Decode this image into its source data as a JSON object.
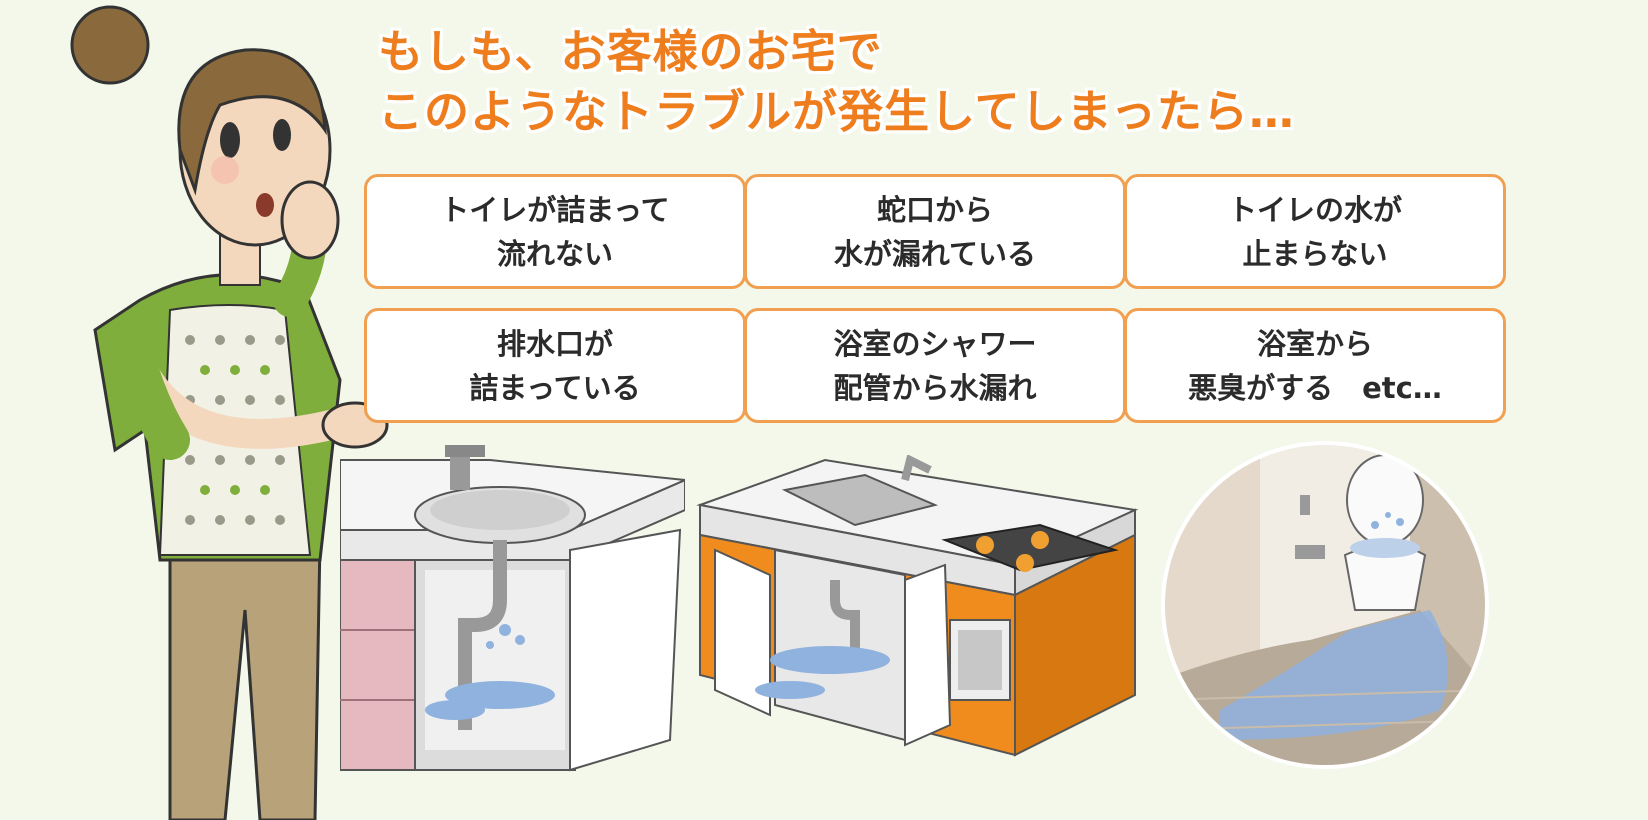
{
  "headline": {
    "line1": "もしも、お客様のお宅で",
    "line2": "このようなトラブルが発生してしまったら…"
  },
  "troubles": [
    {
      "text": "トイレが詰まって\n流れない"
    },
    {
      "text": "蛇口から\n水が漏れている"
    },
    {
      "text": "トイレの水が\n止まらない"
    },
    {
      "text": "排水口が\n詰まっている"
    },
    {
      "text": "浴室のシャワー\n配管から水漏れ"
    },
    {
      "text": "浴室から\n悪臭がする　etc…"
    }
  ],
  "colors": {
    "accent": "#ee7d1e",
    "card_border": "#f0a050",
    "background": "#f3f8ea",
    "water": "#8fb2de"
  }
}
